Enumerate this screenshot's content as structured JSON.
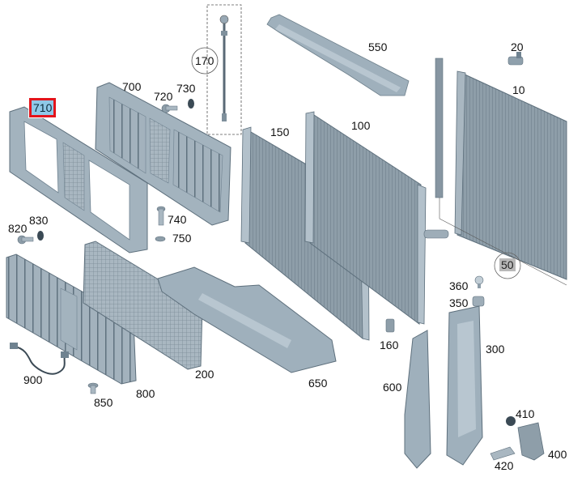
{
  "diagram": {
    "parts": [
      {
        "id": "p710",
        "label": "710",
        "selected": true
      },
      {
        "id": "p700",
        "label": "700"
      },
      {
        "id": "p720",
        "label": "720"
      },
      {
        "id": "p730",
        "label": "730"
      },
      {
        "id": "p170",
        "label": "170"
      },
      {
        "id": "p550",
        "label": "550"
      },
      {
        "id": "p20",
        "label": "20"
      },
      {
        "id": "p10",
        "label": "10"
      },
      {
        "id": "p150",
        "label": "150"
      },
      {
        "id": "p100",
        "label": "100"
      },
      {
        "id": "p820",
        "label": "820"
      },
      {
        "id": "p830",
        "label": "830"
      },
      {
        "id": "p740",
        "label": "740"
      },
      {
        "id": "p750",
        "label": "750"
      },
      {
        "id": "p50",
        "label": "50",
        "greyed": true
      },
      {
        "id": "p360",
        "label": "360"
      },
      {
        "id": "p350",
        "label": "350"
      },
      {
        "id": "p300",
        "label": "300"
      },
      {
        "id": "p160",
        "label": "160"
      },
      {
        "id": "p200",
        "label": "200"
      },
      {
        "id": "p650",
        "label": "650"
      },
      {
        "id": "p600",
        "label": "600"
      },
      {
        "id": "p900",
        "label": "900"
      },
      {
        "id": "p850",
        "label": "850"
      },
      {
        "id": "p800",
        "label": "800"
      },
      {
        "id": "p410",
        "label": "410"
      },
      {
        "id": "p400",
        "label": "400"
      },
      {
        "id": "p420",
        "label": "420"
      }
    ],
    "colors": {
      "part_fill": "#98a8b4",
      "part_dark": "#6f8290",
      "part_light": "#c6d2da",
      "selected_fill": "#8fc8e8",
      "selected_border": "#e3141b",
      "greyed_fill": "#b9b9b9"
    }
  }
}
